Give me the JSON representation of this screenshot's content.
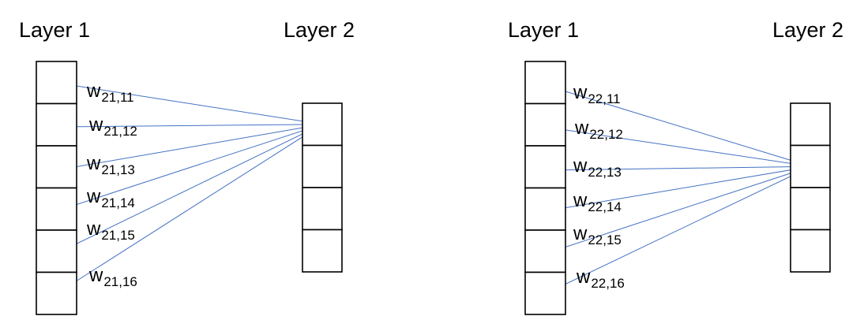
{
  "colors": {
    "edge": "#4472c4",
    "cell_border": "#000000",
    "text": "#000000",
    "background": "#ffffff"
  },
  "panels": [
    {
      "id": "left",
      "layer1_title": "Layer 1",
      "layer2_title": "Layer 2",
      "layer1_cell_count": 6,
      "layer2_cell_count": 4,
      "target_cell_index": 0,
      "weights": [
        {
          "base": "w",
          "subscript": "21,11"
        },
        {
          "base": "w",
          "subscript": "21,12"
        },
        {
          "base": "w",
          "subscript": "21,13"
        },
        {
          "base": "w",
          "subscript": "21,14"
        },
        {
          "base": "w",
          "subscript": "21,15"
        },
        {
          "base": "w",
          "subscript": "21,16"
        }
      ]
    },
    {
      "id": "right",
      "layer1_title": "Layer 1",
      "layer2_title": "Layer 2",
      "layer1_cell_count": 6,
      "layer2_cell_count": 4,
      "target_cell_index": 1,
      "weights": [
        {
          "base": "w",
          "subscript": "22,11"
        },
        {
          "base": "w",
          "subscript": "22,12"
        },
        {
          "base": "w",
          "subscript": "22,13"
        },
        {
          "base": "w",
          "subscript": "22,14"
        },
        {
          "base": "w",
          "subscript": "22,15"
        },
        {
          "base": "w",
          "subscript": "22,16"
        }
      ]
    }
  ]
}
